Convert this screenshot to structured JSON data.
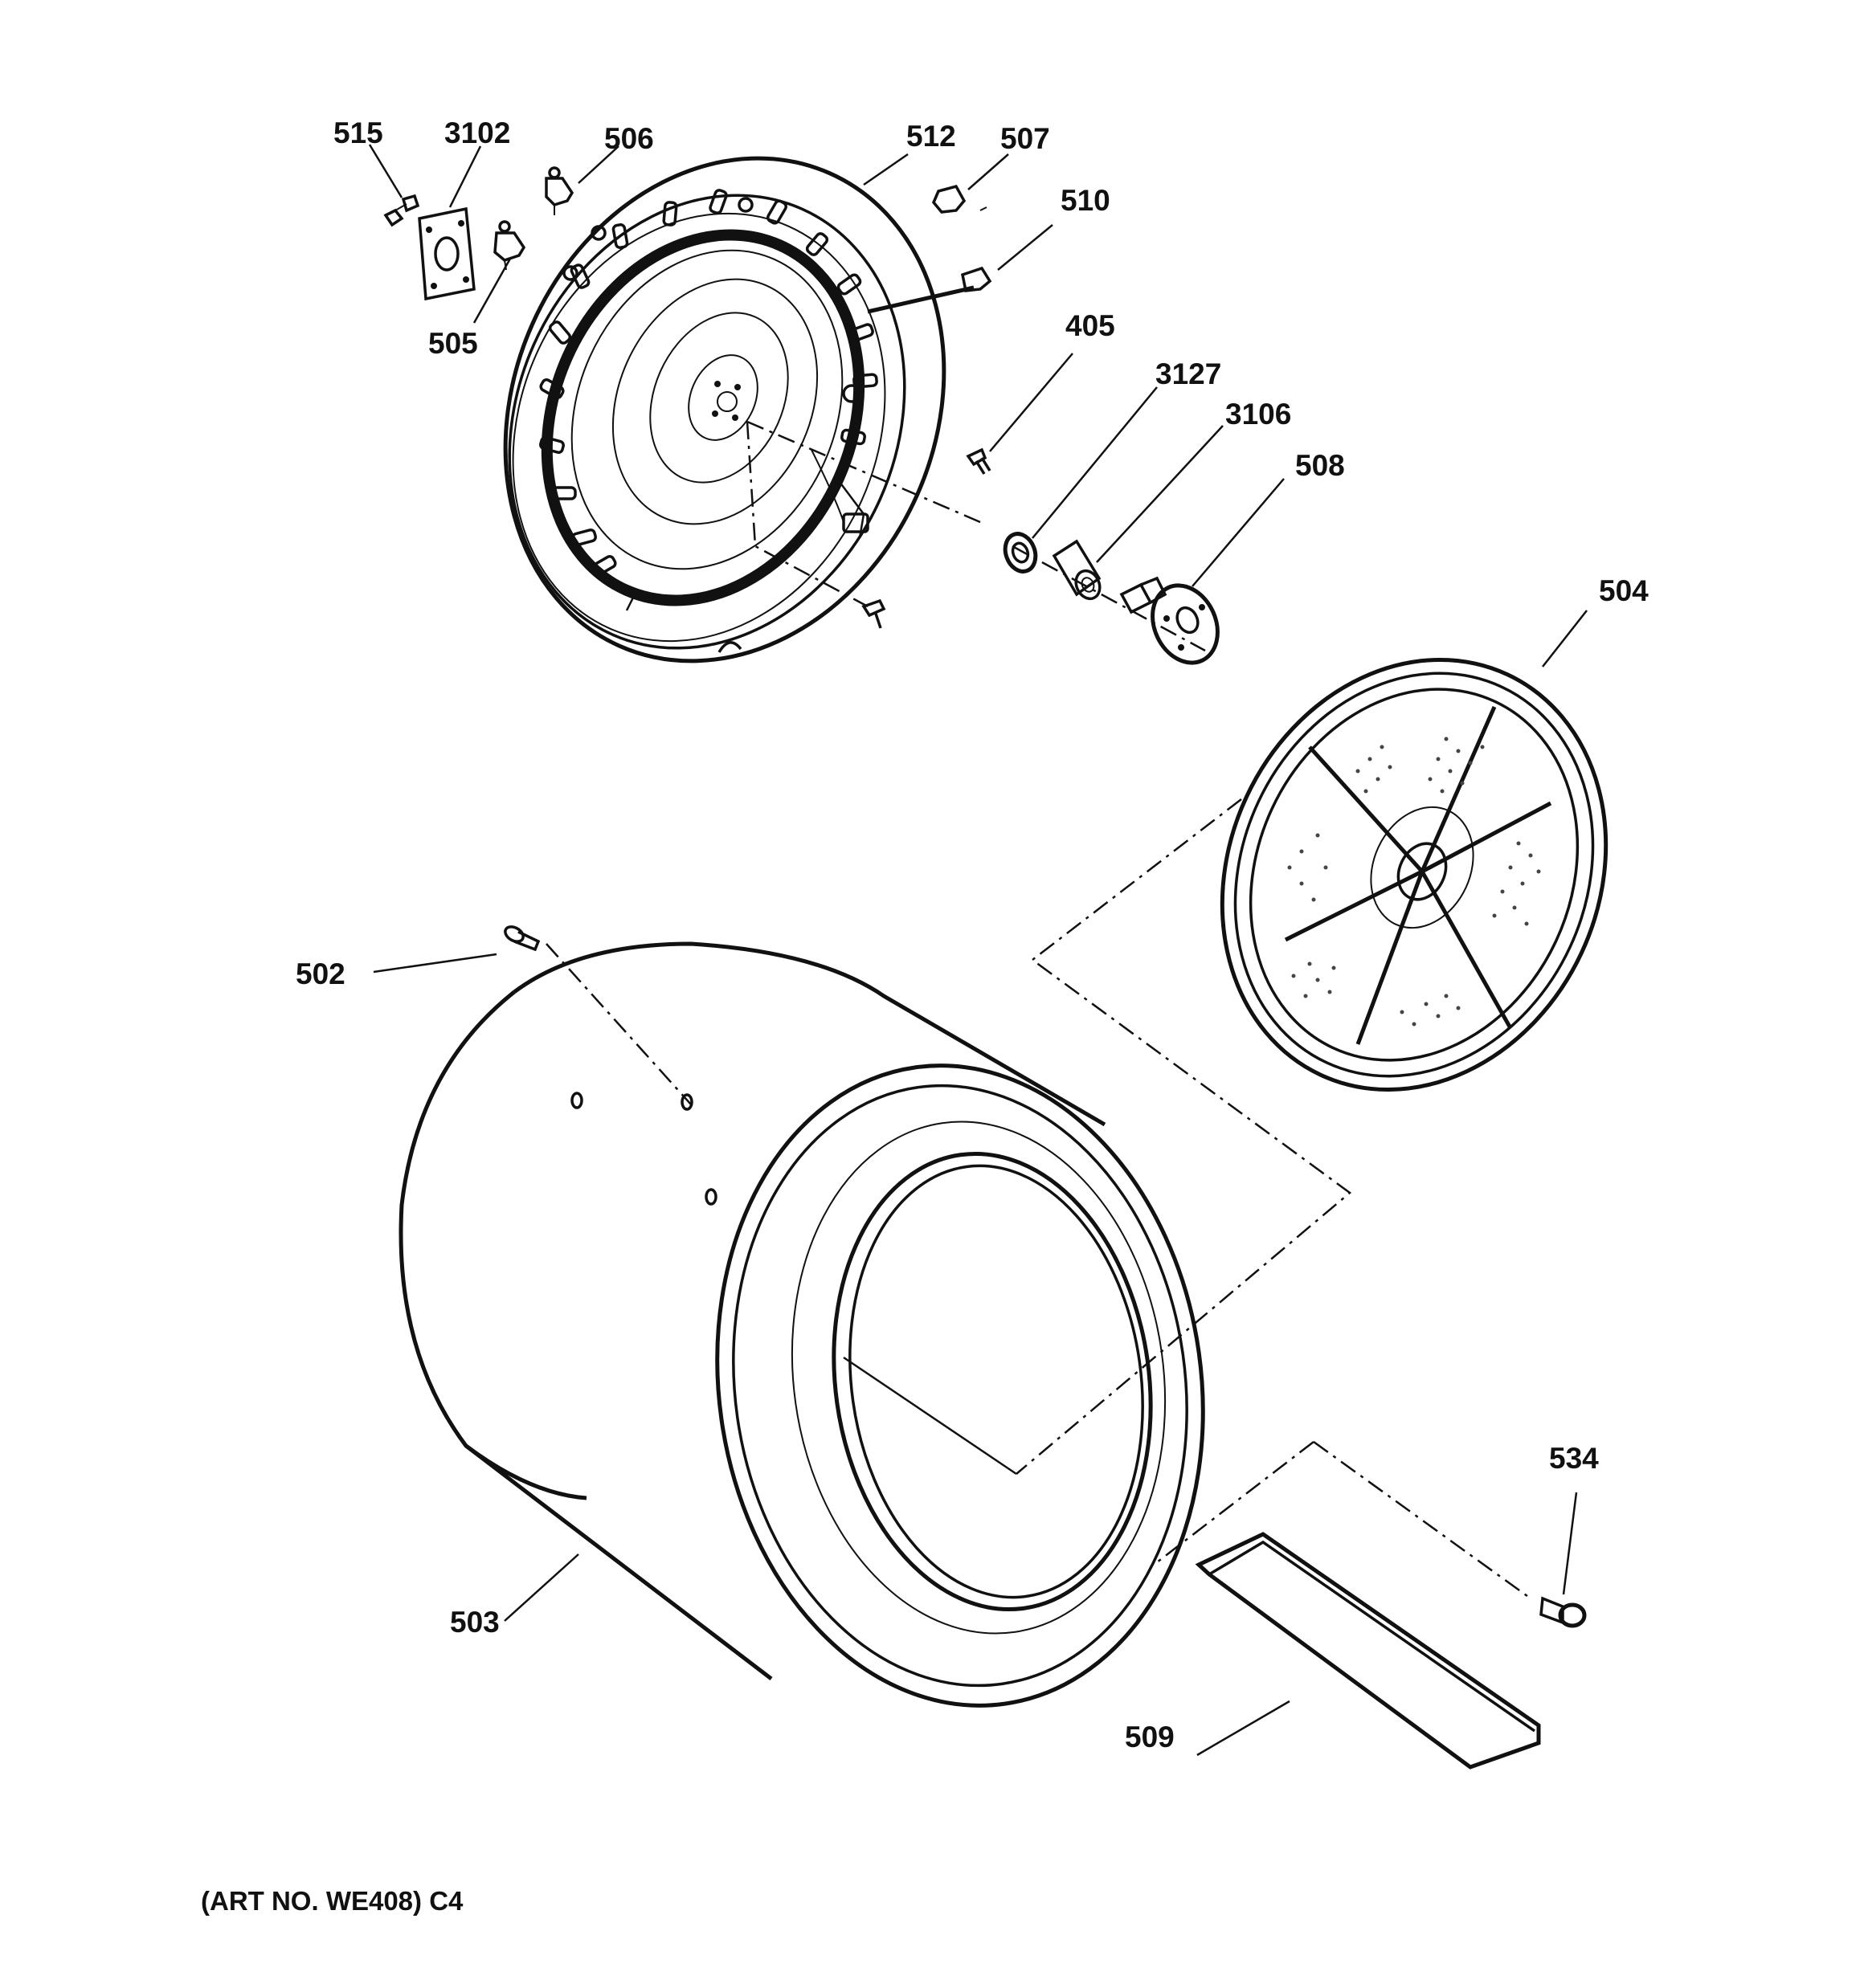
{
  "diagram": {
    "callouts": {
      "c515": "515",
      "c3102": "3102",
      "c506": "506",
      "c512": "512",
      "c507": "507",
      "c510": "510",
      "c505": "505",
      "c405": "405",
      "c3127": "3127",
      "c3106": "3106",
      "c508": "508",
      "c504": "504",
      "c502": "502",
      "c503": "503",
      "c534": "534",
      "c509": "509"
    },
    "art_number": "(ART NO. WE408) C4"
  }
}
